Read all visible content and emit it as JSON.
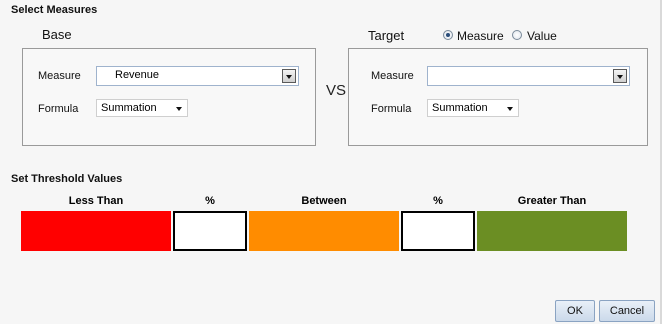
{
  "select_measures": {
    "title": "Select Measures",
    "vs_label": "VS",
    "base": {
      "title": "Base",
      "measure_label": "Measure",
      "measure_value": "Revenue",
      "formula_label": "Formula",
      "formula_value": "Summation"
    },
    "target": {
      "title": "Target",
      "radio_measure_label": "Measure",
      "radio_value_label": "Value",
      "selected_radio": "Measure",
      "measure_label": "Measure",
      "measure_value": "",
      "formula_label": "Formula",
      "formula_value": "Summation"
    }
  },
  "threshold": {
    "title": "Set Threshold Values",
    "less_than_label": "Less Than",
    "percent1_label": "%",
    "between_label": "Between",
    "percent2_label": "%",
    "greater_than_label": "Greater Than",
    "percent1_value": "",
    "percent2_value": "",
    "colors": {
      "less_than": "#ff0000",
      "between": "#ff8c00",
      "greater_than": "#6b8e23"
    }
  },
  "buttons": {
    "ok_label": "OK",
    "cancel_label": "Cancel"
  },
  "icons": {
    "combo_arrow": "chevron-down-icon",
    "dropdown_caret": "caret-down-icon",
    "radio": "radio-button"
  }
}
